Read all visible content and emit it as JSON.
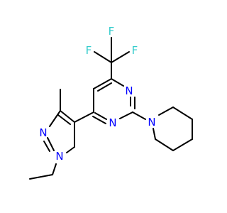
{
  "colors": {
    "background": "#ffffff",
    "bond": "#000000",
    "nitrogen": "#0000ff",
    "fluorine": "#33cccc"
  },
  "atoms": {
    "F_top": "F",
    "F_left": "F",
    "F_right": "F",
    "N_pyrimidine_upper": "N",
    "N_pyrimidine_lower": "N",
    "N_piperidine": "N",
    "N_pyrazole_2": "N",
    "N_pyrazole_1": "N"
  }
}
